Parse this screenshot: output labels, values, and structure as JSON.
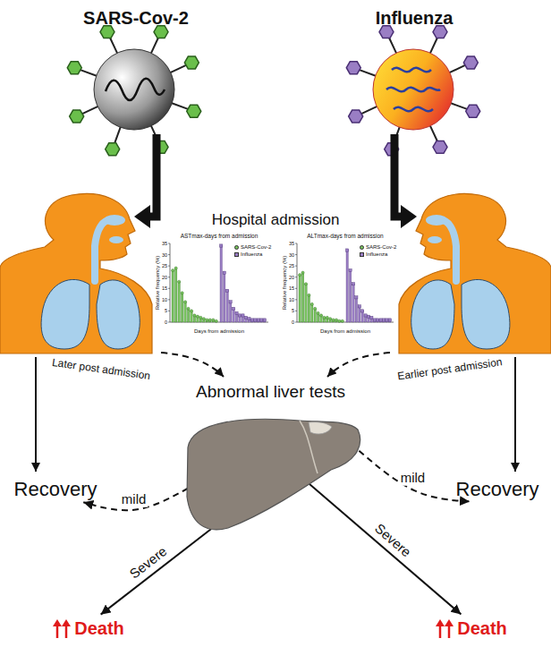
{
  "diagram": {
    "nodes": [
      {
        "text": [
          "SARS-Cov-2"
        ]
      },
      {
        "text": [
          "Influenza"
        ]
      },
      {
        "text": [
          "Abnormal liver tests"
        ]
      },
      {
        "text": [
          "Recovery"
        ]
      },
      {
        "text": [
          "Recovery"
        ]
      },
      {
        "text": [
          "Death"
        ]
      },
      {
        "text": [
          "Death"
        ]
      }
    ],
    "edges": [
      {
        "from": 2,
        "to": 3,
        "arrow": "to",
        "label": "mild"
      },
      {
        "from": 2,
        "to": 4,
        "arrow": "to",
        "label": "mild"
      },
      {
        "from": 2,
        "to": 5,
        "arrow": "to",
        "label": "Severe"
      },
      {
        "from": 2,
        "to": 6,
        "arrow": "to",
        "label": "Severe"
      }
    ],
    "labels": [
      "Hospital admission",
      "ASTmax-days from admission",
      "Relative frequency (%)",
      "Days from admission",
      "0",
      "5",
      "10",
      "15",
      "20",
      "25",
      "30",
      "35",
      "ALTmax-days from admission",
      "Relative frequency (%)",
      "Days from admission",
      "0",
      "5",
      "10",
      "15",
      "20",
      "25",
      "30",
      "35",
      "Later post admission",
      "Earlier post admission"
    ],
    "legend": [
      {
        "text": "SARS-Cov-2",
        "color": "#77c25e"
      },
      {
        "text": "Influenza",
        "color": "#9a7ec4"
      },
      {
        "text": "SARS-Cov-2",
        "color": "#77c25e"
      },
      {
        "text": "Influenza",
        "color": "#9a7ec4"
      }
    ]
  }
}
